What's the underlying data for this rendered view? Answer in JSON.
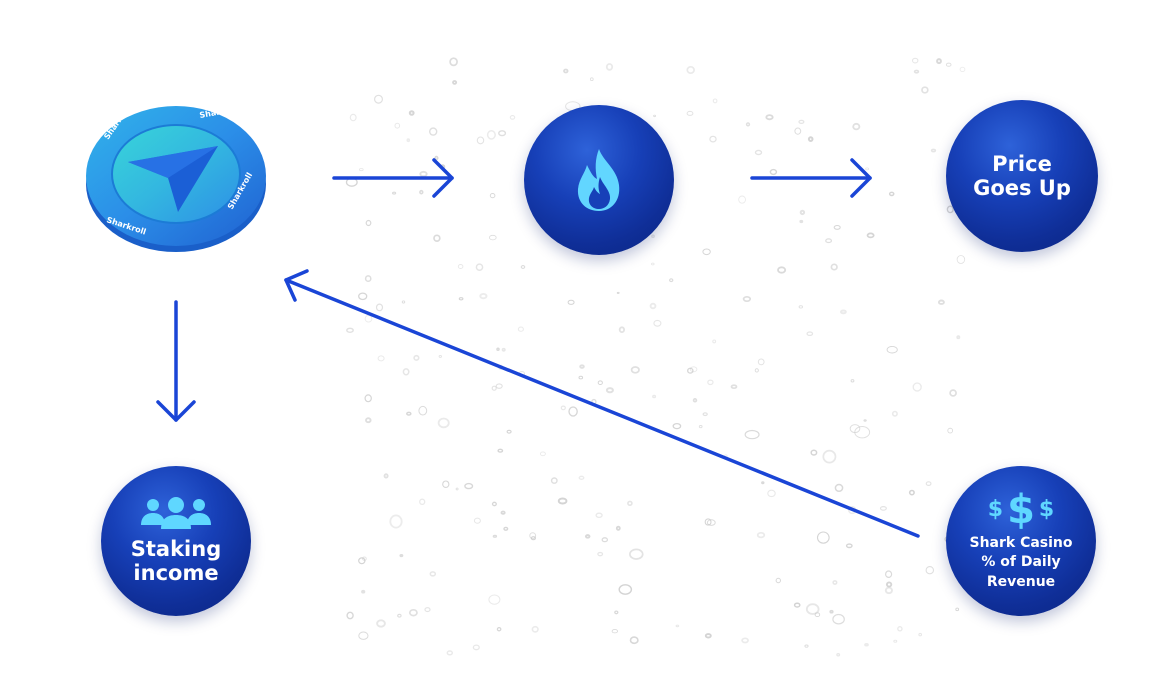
{
  "diagram": {
    "token": {
      "brand_text": "Sharkroll",
      "colors": {
        "rim": "#2f8ff0",
        "face": "#3bc7d8",
        "arrow": "#1b5fd6"
      }
    },
    "burn": {
      "icon": "fire-icon",
      "color": "#62d6ff"
    },
    "price": {
      "label_line1": "Price",
      "label_line2": "Goes Up"
    },
    "staking": {
      "icon": "users-icon",
      "label_line1": "Staking",
      "label_line2": "income"
    },
    "casino": {
      "icon": "dollar-icon",
      "symbol": "$",
      "label_line1": "Shark Casino",
      "label_line2": "% of Daily",
      "label_line3": "Revenue"
    },
    "colors": {
      "arrow": "#1a45d6",
      "node_dark": "#0f2e97",
      "node_light": "#2e62d9",
      "accent": "#5fd7ff"
    }
  }
}
